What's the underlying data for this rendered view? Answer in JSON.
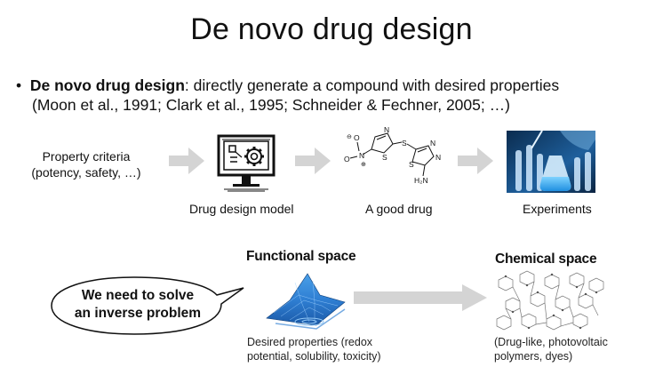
{
  "title": "De novo drug design",
  "bullet": {
    "marker": "•",
    "term": "De novo drug design",
    "definition": ": directly generate a compound with desired properties",
    "citations": "(Moon et al., 1991; Clark et al., 1995; Schneider & Fechner, 2005; …)"
  },
  "pipeline": {
    "criteria_line1": "Property criteria",
    "criteria_line2": "(potency, safety, …)",
    "model_label": "Drug design model",
    "drug_label": "A good drug",
    "experiments_label": "Experiments"
  },
  "molecule_atoms": {
    "nitrogen": "N",
    "sulfur": "S",
    "amine": "H₂N",
    "nitro_n": "N",
    "oxygen": "O",
    "plus": "⊕",
    "minus": "⊖"
  },
  "spaces": {
    "functional_title": "Functional space",
    "functional_note_line1": "Desired properties (redox",
    "functional_note_line2": "potential, solubility, toxicity)",
    "chemical_title": "Chemical space",
    "chemical_note_line1": "(Drug-like, photovoltaic",
    "chemical_note_line2": "polymers, dyes)"
  },
  "callout": {
    "line1": "We need to solve",
    "line2": "an inverse problem"
  },
  "icons": [
    "arrow-right-icon",
    "computer-gear-icon",
    "molecule-icon",
    "lab-glassware-image",
    "surface-plot-image",
    "molecule-cloud-image"
  ],
  "colors": {
    "arrow": "#d4d4d4",
    "accent_blue": "#2f7fd3",
    "text": "#111111"
  }
}
